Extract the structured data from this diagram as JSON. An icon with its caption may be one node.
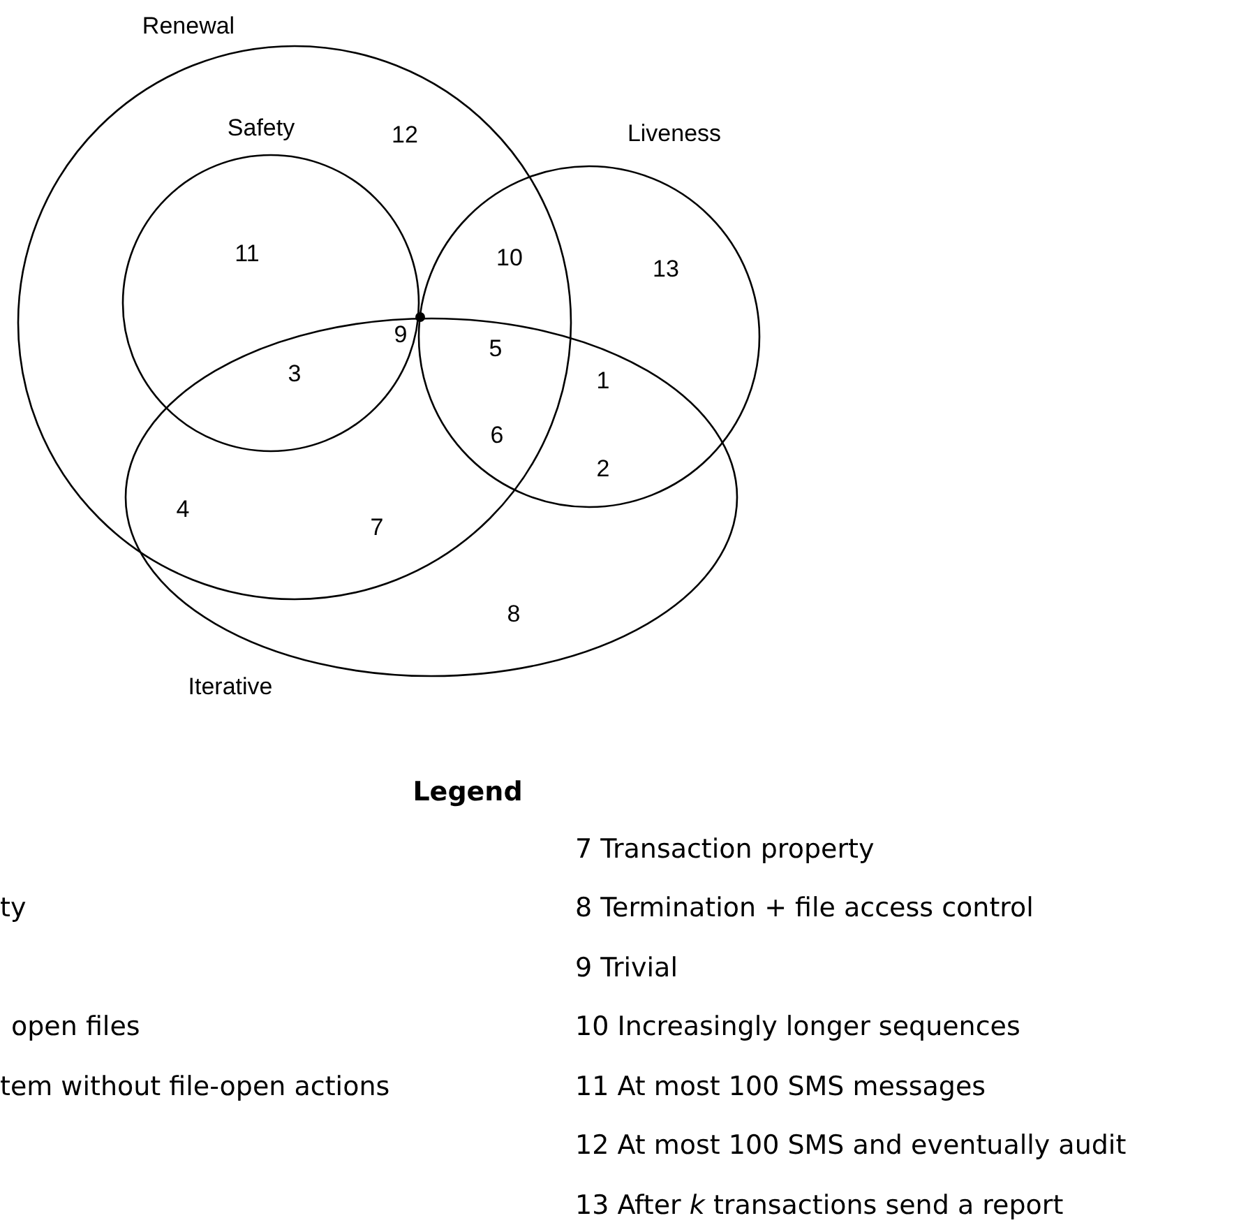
{
  "diagram": {
    "nodes": [
      {
        "text": [
          "Renewal"
        ]
      },
      {
        "text": [
          "Safety"
        ],
        "in": 0
      },
      {
        "text": [
          "Liveness"
        ]
      },
      {
        "text": [
          "Iterative"
        ]
      }
    ],
    "labels": [
      "12",
      "11",
      "10",
      "13",
      "9",
      "5",
      "3",
      "1",
      "6",
      "2",
      "4",
      "7",
      "8",
      "Legend",
      "7 Transaction property",
      "ty",
      "8 Termination + file access control",
      "9 Trivial",
      "open files",
      "10 Increasingly longer sequences",
      "tem without file-open actions",
      "11 At most 100 SMS messages",
      "12 At most 100 SMS and eventually audit",
      "13 After *k* transactions send a report"
    ]
  }
}
